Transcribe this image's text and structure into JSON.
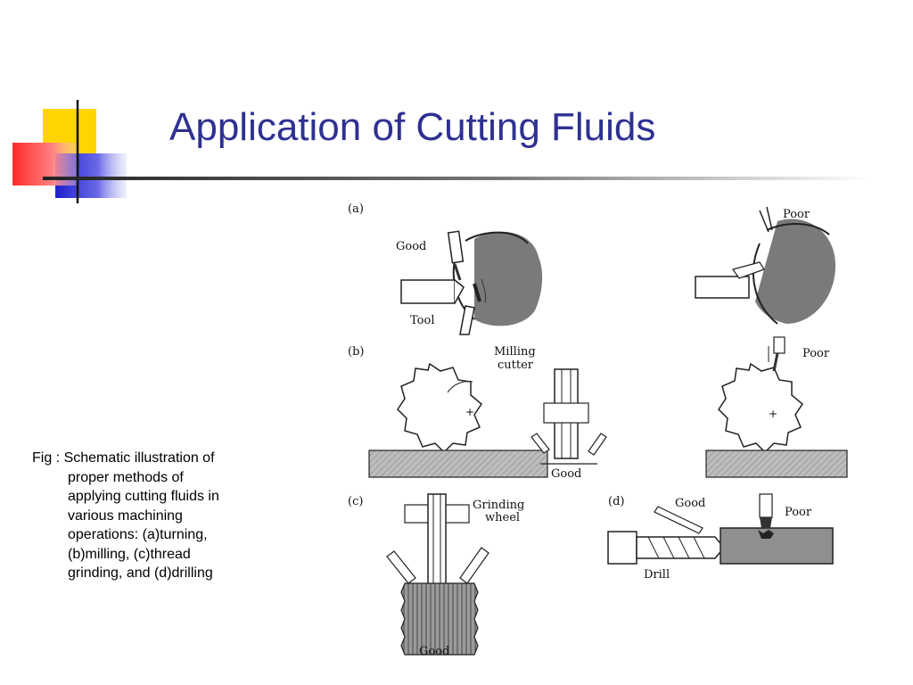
{
  "slide": {
    "title": "Application of Cutting Fluids",
    "accent_colors": {
      "title": "#2e3192",
      "yellow": "#ffd700",
      "blue": "#2b2bd6",
      "red": "#ff3a3a"
    }
  },
  "caption": {
    "lines": [
      "Fig : Schematic illustration of",
      "proper methods of",
      "applying cutting fluids in",
      "various machining",
      "operations: (a)turning,",
      "(b)milling, (c)thread",
      "grinding, and (d)drilling"
    ]
  },
  "figure": {
    "panels": {
      "a": {
        "tag": "(a)",
        "good": "Good",
        "tool": "Tool",
        "poor": "Poor"
      },
      "b": {
        "tag": "(b)",
        "cutter_line1": "Milling",
        "cutter_line2": "cutter",
        "good": "Good",
        "poor": "Poor"
      },
      "c": {
        "tag": "(c)",
        "wheel_line1": "Grinding",
        "wheel_line2": "wheel",
        "good": "Good"
      },
      "d": {
        "tag": "(d)",
        "good": "Good",
        "poor": "Poor",
        "drill": "Drill"
      }
    }
  }
}
